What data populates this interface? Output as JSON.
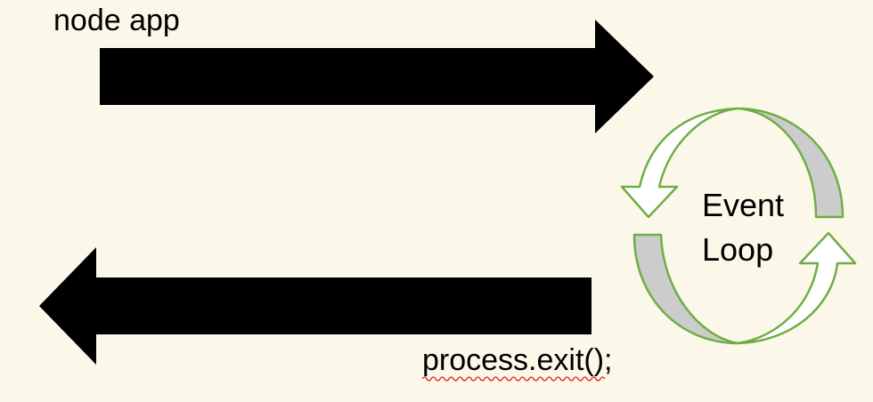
{
  "diagram": {
    "app_label": "node app",
    "event_loop_label_line1": "Event",
    "event_loop_label_line2": "Loop",
    "exit_label": "process.exit();"
  },
  "colors": {
    "background": "#fbf8e9",
    "arrow_fill": "#000000",
    "loop_stroke": "#70ad47",
    "loop_fill_white": "#ffffff",
    "loop_fill_gray": "#cccccc",
    "spellcheck": "#e0201b"
  }
}
